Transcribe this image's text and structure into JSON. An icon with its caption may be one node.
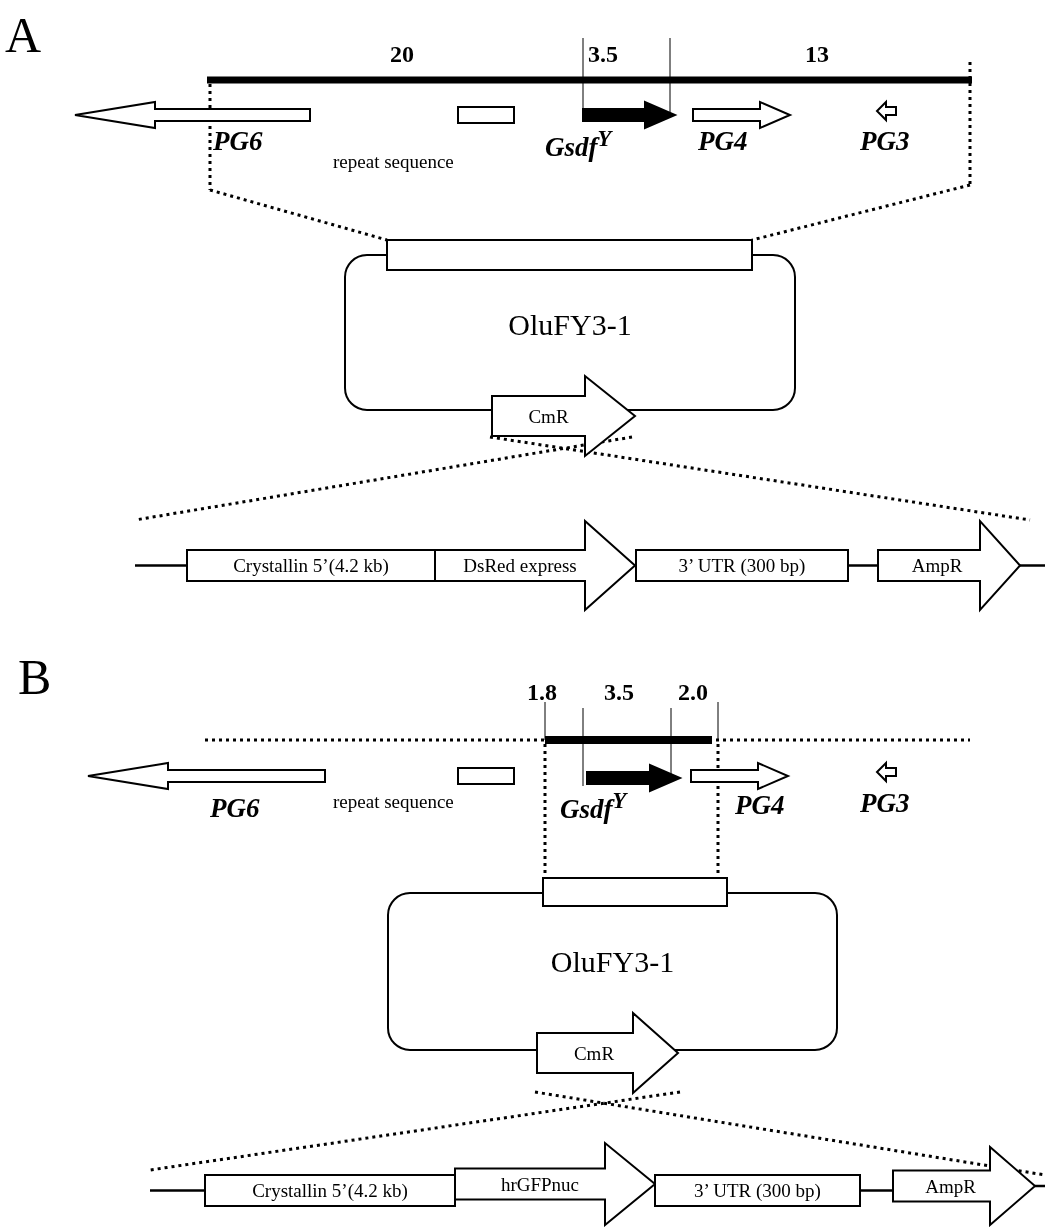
{
  "diagram": {
    "nodes": [
      {
        "text": [
          "OluFY3-1"
        ]
      },
      {
        "text": [
          "CmR"
        ]
      },
      {
        "text": [
          "Crystallin 5’(4.2 kb)"
        ]
      },
      {
        "text": [
          "DsRed express"
        ]
      },
      {
        "text": [
          "3’ UTR (300 bp)"
        ]
      },
      {
        "text": [
          "AmpR"
        ]
      },
      {
        "text": [
          "OluFY3-1"
        ]
      },
      {
        "text": [
          "CmR"
        ]
      },
      {
        "text": [
          "Crystallin 5’(4.2 kb)"
        ]
      },
      {
        "text": [
          "hrGFPnuc"
        ]
      },
      {
        "text": [
          "3’ UTR (300 bp)"
        ]
      },
      {
        "text": [
          "AmpR"
        ]
      },
      {
        "text": [],
        "shape": "box"
      },
      {
        "text": [],
        "shape": "box"
      }
    ],
    "edges": [
      {
        "from": null,
        "to": 2,
        "arrow": "none"
      },
      {
        "from": 4,
        "to": 5,
        "arrow": "none"
      },
      {
        "from": 5,
        "to": null,
        "arrow": "none"
      },
      {
        "from": null,
        "to": 8,
        "arrow": "none"
      },
      {
        "from": 10,
        "to": 11,
        "arrow": "none"
      },
      {
        "from": 11,
        "to": null,
        "arrow": "none"
      }
    ],
    "labels": [
      "A",
      "20",
      "3.5",
      "13",
      "PG6",
      "repeat sequence",
      "Gsdf$^{Y}$",
      "PG4",
      "PG3",
      "B",
      "1.8",
      "3.5",
      "2.0",
      "PG6",
      "repeat sequence",
      "Gsdf$^{Y}$",
      "PG4",
      "PG3"
    ]
  }
}
